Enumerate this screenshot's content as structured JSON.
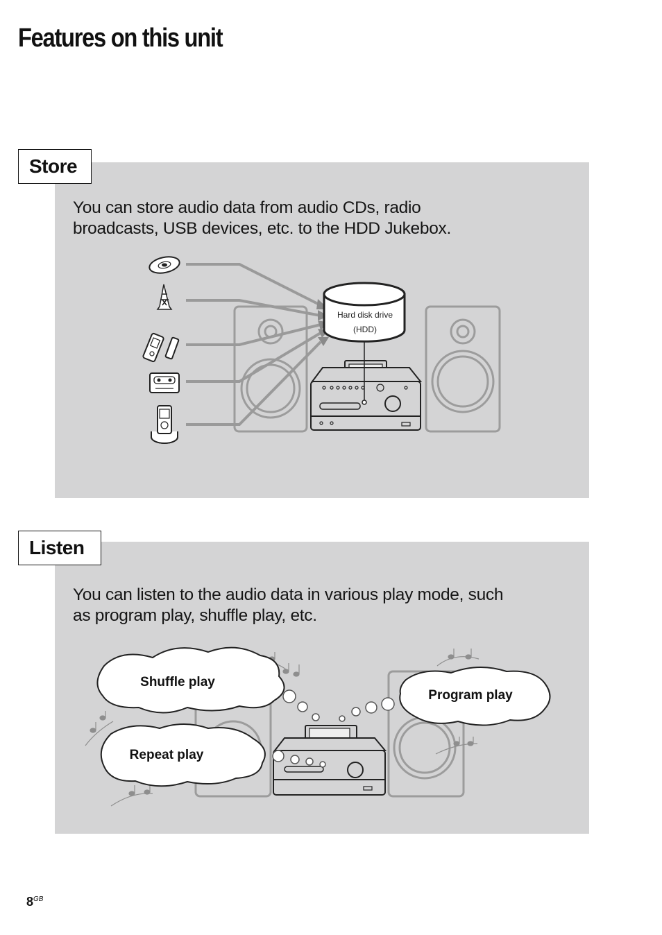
{
  "page": {
    "title": "Features on this unit",
    "number": "8",
    "number_suffix": "GB"
  },
  "store": {
    "heading": "Store",
    "text_line1": "You can store audio data from audio CDs, radio",
    "text_line2": "broadcasts, USB devices, etc. to the HDD Jukebox.",
    "hdd_label_line1": "Hard disk drive",
    "hdd_label_line2": "(HDD)",
    "sources": [
      "cd-icon",
      "radio-tower-icon",
      "usb-device-icon",
      "cassette-icon",
      "portable-player-icon"
    ]
  },
  "listen": {
    "heading": "Listen",
    "text_line1": "You can listen to the audio data in various play mode, such",
    "text_line2": "as program play, shuffle play, etc.",
    "bubbles": {
      "shuffle": "Shuffle play",
      "repeat": "Repeat play",
      "program": "Program play"
    }
  },
  "colors": {
    "panel": "#d4d4d5",
    "arrow": "#9a9a9a",
    "outline": "#222222"
  }
}
